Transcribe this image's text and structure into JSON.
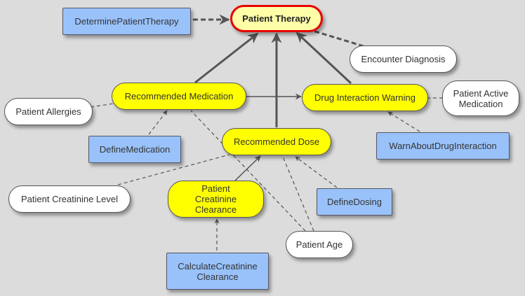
{
  "diagram": {
    "title": "Patient Therapy",
    "nodes": [
      {
        "id": "patient-therapy",
        "label": "Patient Therapy",
        "kind": "goal"
      },
      {
        "id": "determine-patient-therapy",
        "label": "DeterminePatientTherapy",
        "kind": "process"
      },
      {
        "id": "encounter-diagnosis",
        "label": "Encounter Diagnosis",
        "kind": "input"
      },
      {
        "id": "recommended-medication",
        "label": "Recommended Medication",
        "kind": "decision"
      },
      {
        "id": "drug-interaction-warning",
        "label": "Drug Interaction Warning",
        "kind": "decision"
      },
      {
        "id": "patient-active-medication",
        "label": "Patient Active Medication",
        "kind": "input"
      },
      {
        "id": "patient-allergies",
        "label": "Patient Allergies",
        "kind": "input"
      },
      {
        "id": "define-medication",
        "label": "DefineMedication",
        "kind": "process"
      },
      {
        "id": "recommended-dose",
        "label": "Recommended Dose",
        "kind": "decision"
      },
      {
        "id": "warn-about-drug-interaction",
        "label": "WarnAboutDrugInteraction",
        "kind": "process"
      },
      {
        "id": "patient-creatinine-level",
        "label": "Patient Creatinine Level",
        "kind": "input"
      },
      {
        "id": "patient-creatinine-clearance",
        "label": "Patient Creatinine Clearance",
        "kind": "decision"
      },
      {
        "id": "define-dosing",
        "label": "DefineDosing",
        "kind": "process"
      },
      {
        "id": "patient-age",
        "label": "Patient Age",
        "kind": "input"
      },
      {
        "id": "calculate-creatinine-clearance",
        "label": "CalculateCreatinine Clearance",
        "kind": "process"
      }
    ],
    "edges": [
      {
        "from": "recommended-medication",
        "to": "patient-therapy",
        "style": "solid-thick"
      },
      {
        "from": "recommended-dose",
        "to": "patient-therapy",
        "style": "solid-thick"
      },
      {
        "from": "drug-interaction-warning",
        "to": "patient-therapy",
        "style": "solid-thick"
      },
      {
        "from": "determine-patient-therapy",
        "to": "patient-therapy",
        "style": "dashed-thick"
      },
      {
        "from": "encounter-diagnosis",
        "to": "patient-therapy",
        "style": "dashed-thick-noarrow"
      },
      {
        "from": "recommended-medication",
        "to": "drug-interaction-warning",
        "style": "solid"
      },
      {
        "from": "patient-allergies",
        "to": "recommended-medication",
        "style": "dashed-noarrow"
      },
      {
        "from": "define-medication",
        "to": "recommended-medication",
        "style": "dashed"
      },
      {
        "from": "patient-active-medication",
        "to": "drug-interaction-warning",
        "style": "dashed-noarrow"
      },
      {
        "from": "warn-about-drug-interaction",
        "to": "drug-interaction-warning",
        "style": "dashed"
      },
      {
        "from": "patient-creatinine-clearance",
        "to": "recommended-dose",
        "style": "solid"
      },
      {
        "from": "define-dosing",
        "to": "recommended-dose",
        "style": "dashed"
      },
      {
        "from": "patient-creatinine-level",
        "to": "recommended-dose",
        "style": "dashed-noarrow"
      },
      {
        "from": "patient-age",
        "to": "recommended-dose",
        "style": "dashed-noarrow"
      },
      {
        "from": "patient-age",
        "to": "recommended-medication",
        "style": "dashed-noarrow"
      },
      {
        "from": "calculate-creatinine-clearance",
        "to": "patient-creatinine-clearance",
        "style": "dashed"
      }
    ]
  },
  "colors": {
    "background": "#dcdcdc",
    "goal_fill": "#ffffa8",
    "goal_border": "#e60000",
    "decision_fill": "#ffff00",
    "process_fill": "#99c2fb",
    "input_fill": "#ffffff",
    "edge": "#555555"
  }
}
